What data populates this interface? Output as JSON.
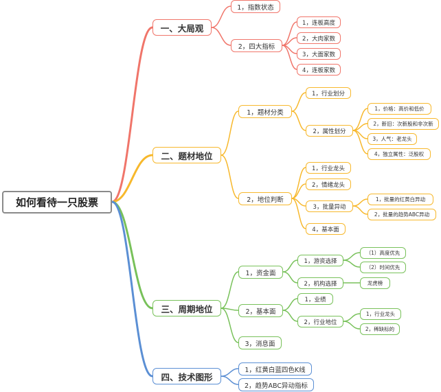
{
  "root": "如何看待一只股票",
  "colors": {
    "red": "#f0756a",
    "yellow": "#f7b82c",
    "green": "#78c15a",
    "blue": "#5b8fd4"
  },
  "b1": {
    "title": "一、大局观",
    "c1": "1，指数状态",
    "c2": "2，四大指标",
    "c2_children": [
      "1，连板高度",
      "2，大肉家数",
      "3，大面家数",
      "4，连板家数"
    ]
  },
  "b2": {
    "title": "二、题材地位",
    "c1": "1，题材分类",
    "c1a": "1，行业划分",
    "c1b": "2，属性划分",
    "c1b_children": [
      "1，价格：高价和低价",
      "2，新旧：次新股和非次新",
      "3，人气：老龙头",
      "4，独立属性：泛股权"
    ],
    "c2": "2，地位判断",
    "c2a": "1，行业龙头",
    "c2b": "2，情绪龙头",
    "c2c": "3，批量异动",
    "c2c_children": [
      "1，批量的红黄白异动",
      "2，批量的趋势ABC异动"
    ],
    "c2d": "4，基本面"
  },
  "b3": {
    "title": "三、周期地位",
    "c1": "1，资金面",
    "c1a": "1，游资选择",
    "c1a_children": [
      "（1）高度优先",
      "（2）时间优先"
    ],
    "c1b": "2，机构选择",
    "c1b_child": "龙虎榜",
    "c2": "2，基本面",
    "c2a": "1，业绩",
    "c2b": "2，行业地位",
    "c2b_children": [
      "1，行业龙头",
      "2，稀缺标的"
    ],
    "c3": "3，消息面"
  },
  "b4": {
    "title": "四、技术图形",
    "c1": "1，红黄白蓝四色K线",
    "c2": "2，趋势ABC异动指标"
  }
}
